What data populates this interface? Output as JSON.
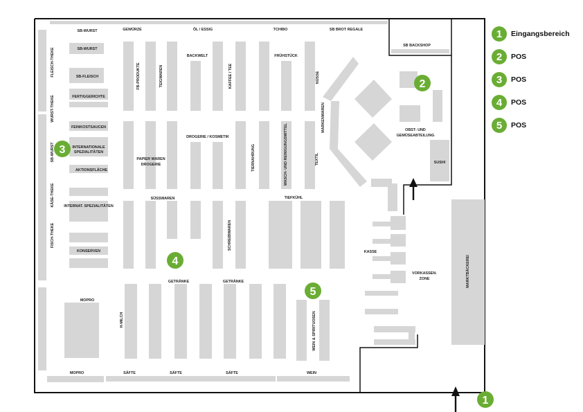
{
  "labels": {
    "sb_wurst_top": "SB-WURST",
    "gewuerze": "GEWÜRZE",
    "oel_essig": "ÖL / ESSIG",
    "tchibo": "TCHIBO",
    "sb_brot": "SB BROT REGALE",
    "sb_backshop": "SB BACKSHOP",
    "sb_wurst": "SB-WURST",
    "sb_fleisch": "SB-FLEISCH",
    "fertiggerichte": "FERTIGGERICHTE",
    "feinkostsaucen": "FEINKOSTSAUCEN",
    "internat_spez_1": "INTERNATIONALE",
    "internat_spez_2": "SPEZIALITÄTEN",
    "aktionsflaeche": "AKTIONSFLÄCHE",
    "internat_spezialitaeten": "INTERNAT. SPEZIALITÄTEN",
    "konserven": "KONSERVEN",
    "fleisch_theke": "FLEISCH-THEKE",
    "wurst_theke": "WURST-THEKE",
    "sb_wurst_side": "SB-WURST",
    "kaese_theke": "KÄSE-THEKE",
    "fisch_theke": "FISCH-THEKE",
    "fb_produkte": "FB-PRODUKTE",
    "teigwaren": "TEIGWAREN",
    "backwelt": "BACKWELT",
    "kaffee_tee": "KAFFEE / TEE",
    "fruehstueck": "FRÜHSTÜCK",
    "nuesse": "NÜSSE",
    "markenwaren": "MARKENWAREN",
    "textil": "TEXTIL",
    "papierwaren_1": "PAPIER WAREN",
    "papierwaren_2": "DROGERIE",
    "drogerie_kosmetik": "DROGERIE / KOSMETIK",
    "tiernahrung": "TIERNAHRUNG",
    "wasch": "WASCH- UND REINIGUNGSMITTEL",
    "obst_1": "OBST- UND",
    "obst_2": "GEMÜSEABTEILUNG",
    "sushi": "SUSHI",
    "suesswaren": "SÜSSWAREN",
    "tiefkuehl": "TIEFKÜHL",
    "schreibwaren": "SCHREIBWAREN",
    "kasse": "KASSE",
    "vorkassen_1": "VORKASSEN-",
    "vorkassen_2": "ZONE",
    "marktbaeckerei": "MARKTBÄCKEREI",
    "getraenke_1": "GETRÄNKE",
    "getraenke_2": "GETRÄNKE",
    "mopro_top": "MOPRO",
    "h_milch": "H-MILCH",
    "wein_spirituosen": "WEIN & SPIRITUOSEN",
    "mopro_bottom": "MOPRO",
    "saefte_1": "SÄFTE",
    "saefte_2": "SÄFTE",
    "saefte_3": "SÄFTE",
    "wein": "WEIN"
  },
  "markers": [
    {
      "number": "1",
      "label": "Eingangsbereich"
    },
    {
      "number": "2",
      "label": "POS"
    },
    {
      "number": "3",
      "label": "POS"
    },
    {
      "number": "4",
      "label": "POS"
    },
    {
      "number": "5",
      "label": "POS"
    }
  ],
  "colors": {
    "fixture": "#d6d6d6",
    "wall": "#111111",
    "marker": "#6aad34",
    "text": "#222222"
  }
}
